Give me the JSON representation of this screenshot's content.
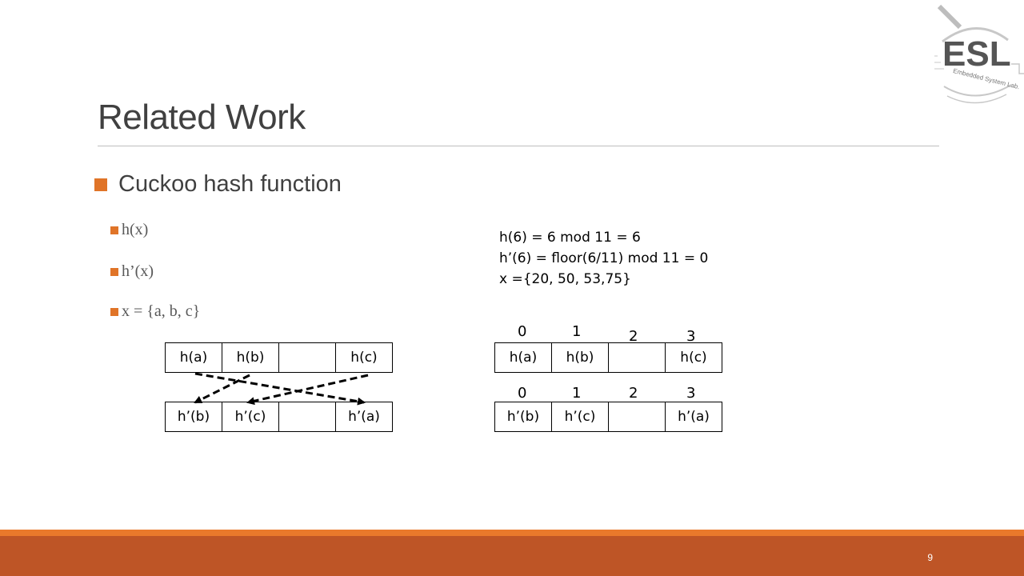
{
  "slide": {
    "title": "Related Work",
    "bullet": "Cuckoo hash function",
    "sub_items": [
      "h(x)",
      "h’(x)",
      "x = {a, b, c}"
    ],
    "formulas": [
      "h(6) = 6 mod 11 = 6",
      "h’(6) = floor(6/11) mod 11 = 0",
      "x ={20, 50, 53,75}"
    ],
    "left_top_table": [
      "h(a)",
      "h(b)",
      "",
      "h(c)"
    ],
    "left_bottom_table": [
      "h’(b)",
      "h’(c)",
      "",
      "h’(a)"
    ],
    "right_top_table": [
      "h(a)",
      "h(b)",
      "",
      "h(c)"
    ],
    "right_bottom_table": [
      "h’(b)",
      "h’(c)",
      "",
      "h’(a)"
    ],
    "top_indices": [
      "0",
      "1",
      "2",
      "3"
    ],
    "bottom_indices": [
      "0",
      "1",
      "2",
      "3"
    ],
    "page_number": "9"
  },
  "colors": {
    "accent": "#e07428",
    "footer": "#be5526",
    "title": "#404040"
  },
  "logo": {
    "text": "ESL",
    "tagline": "Embedded System Lab."
  }
}
